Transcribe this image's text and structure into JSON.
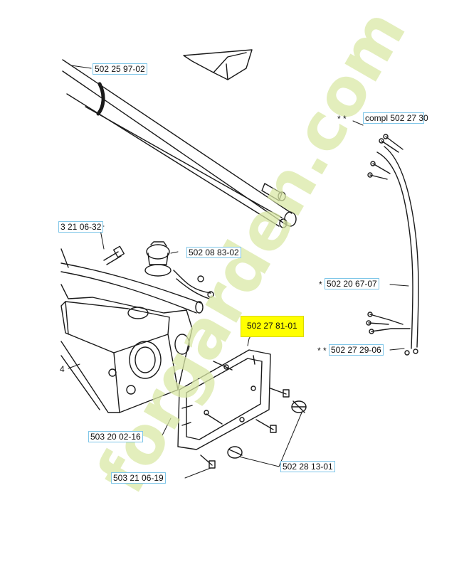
{
  "labels": {
    "tube": "502 25 97-02",
    "harness_kit": "compl 502 27 30",
    "bolt_left": "3 21 06-32",
    "plug": "502 08 83-02",
    "gasket": "502 27 81-01",
    "cable_mid": "502 20 67-07",
    "cable_low": "502 27 29-06",
    "housing": "4",
    "bolt_small": "503 20 02-16",
    "fitting": "502 28 13-01",
    "bolt_bottom": "503 21 06-19"
  },
  "prefixes": {
    "harness_kit": "* *",
    "cable_mid": "*",
    "cable_low": "* *"
  },
  "watermark": {
    "text": "forgarden.com",
    "color": "#d9e8a6",
    "color_dark": "#c9c3b8"
  },
  "colors": {
    "line": "#1a1a1a",
    "label_border": "#7fc6e8",
    "highlight": "#ffff00"
  }
}
